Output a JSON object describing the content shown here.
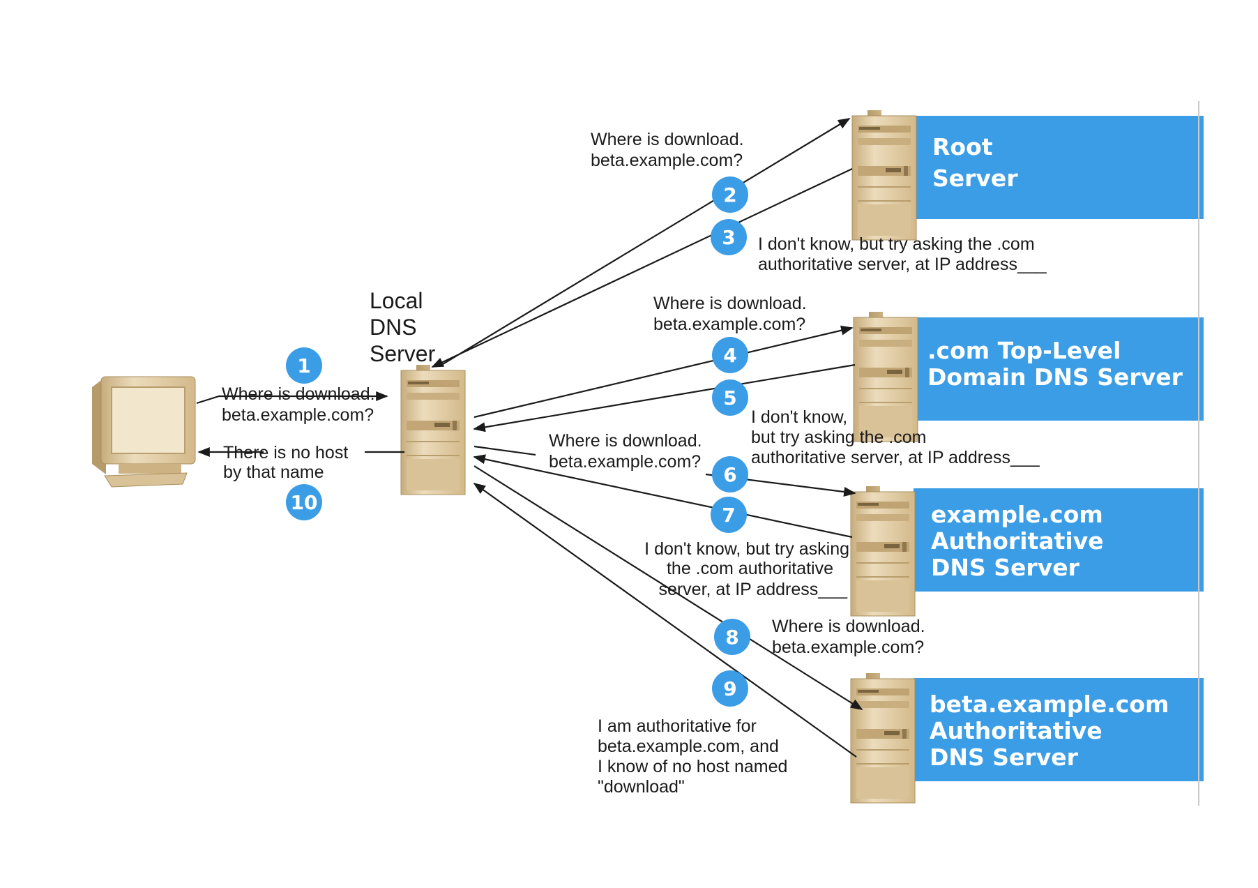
{
  "colors": {
    "server_band": "#3b9de6",
    "step_badge": "#3b9de6",
    "hardware": "#dcc49a",
    "line": "#1a1a1a"
  },
  "local_server_label": [
    "Local",
    "DNS",
    "Server"
  ],
  "servers": [
    {
      "id": "root",
      "lines": [
        "Root",
        "Server"
      ]
    },
    {
      "id": "com",
      "lines": [
        ".com Top-Level",
        "Domain DNS Server"
      ]
    },
    {
      "id": "example",
      "lines": [
        "example.com",
        "Authoritative",
        "DNS Server"
      ]
    },
    {
      "id": "beta",
      "lines": [
        "beta.example.com",
        "Authoritative",
        "DNS Server"
      ]
    }
  ],
  "steps": [
    {
      "n": "1",
      "text": [
        "Where is download.",
        "beta.example.com?"
      ]
    },
    {
      "n": "2",
      "text": [
        "Where is download.",
        "beta.example.com?"
      ]
    },
    {
      "n": "3",
      "text": [
        "I don't know, but try asking the .com",
        "authoritative server, at IP address___"
      ]
    },
    {
      "n": "4",
      "text": [
        "Where is download.",
        "beta.example.com?"
      ]
    },
    {
      "n": "5",
      "text": [
        "I don't know,",
        "but try asking the .com",
        "authoritative server, at IP address___"
      ]
    },
    {
      "n": "6",
      "text": [
        "Where is download.",
        "beta.example.com?"
      ]
    },
    {
      "n": "7",
      "text": [
        "I don't know, but try asking",
        "the .com authoritative",
        "server, at IP address___"
      ]
    },
    {
      "n": "8",
      "text": [
        "Where is download.",
        "beta.example.com?"
      ]
    },
    {
      "n": "9",
      "text": [
        "I am authoritative for",
        "beta.example.com, and",
        "I know of no host named",
        "\"download\""
      ]
    },
    {
      "n": "10",
      "text": [
        "There is no host",
        "by that name"
      ]
    }
  ]
}
